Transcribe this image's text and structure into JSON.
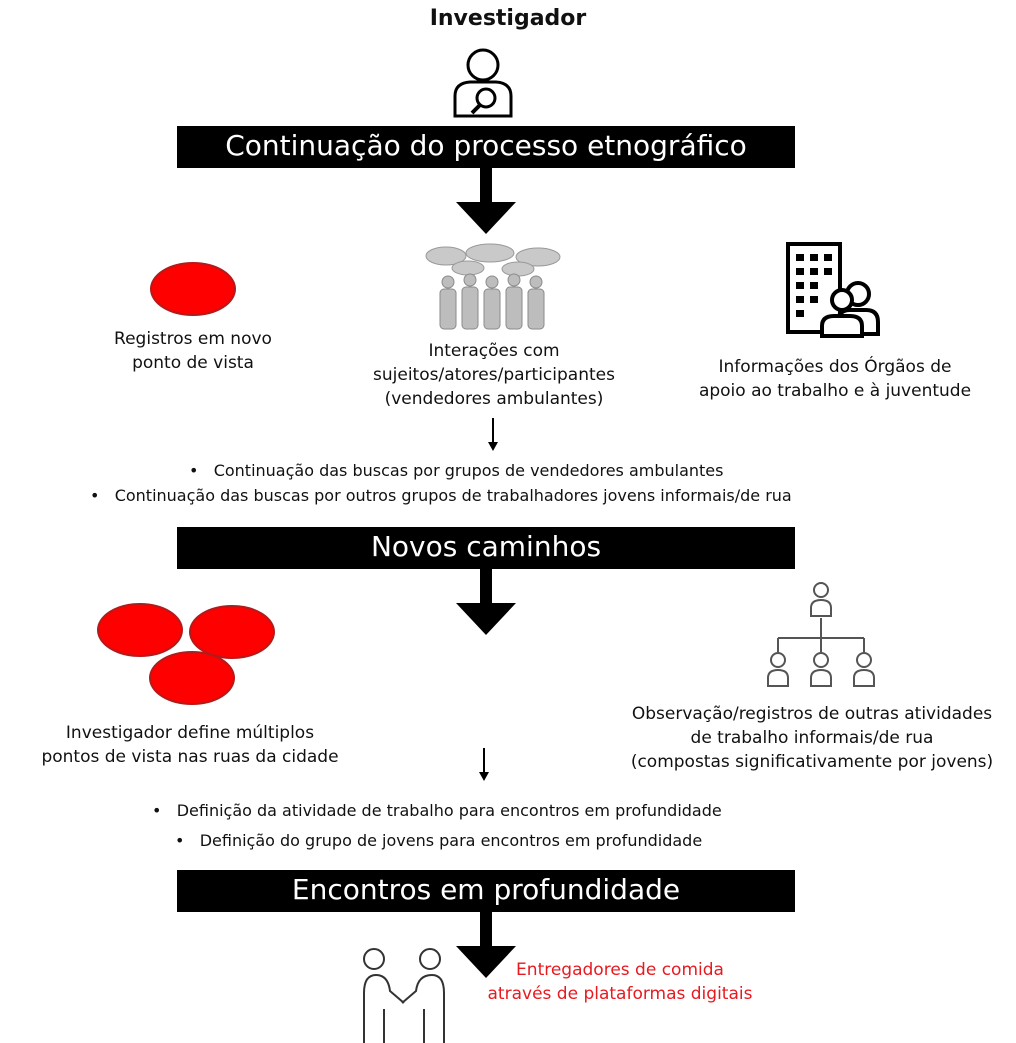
{
  "investigator": {
    "label": "Investigador"
  },
  "stage1": {
    "title": "Continuação do processo etnográfico",
    "left_caption": [
      "Registros em novo",
      "ponto de vista"
    ],
    "center_caption": [
      "Interações com",
      "sujeitos/atores/participantes",
      "(vendedores ambulantes)"
    ],
    "right_caption": [
      "Informações dos Órgãos de",
      "apoio ao trabalho e à juventude"
    ],
    "bullets": [
      "Continuação das buscas por grupos de vendedores ambulantes",
      "Continuação das buscas por outros grupos de trabalhadores jovens informais/de rua"
    ]
  },
  "stage2": {
    "title": "Novos caminhos",
    "left_caption": [
      "Investigador define múltiplos",
      "pontos de vista nas ruas da cidade"
    ],
    "right_caption": [
      "Observação/registros de outras atividades",
      "de trabalho informais/de rua",
      "(compostas significativamente por jovens)"
    ],
    "bullets": [
      "Definição da atividade de trabalho para encontros em profundidade",
      "Definição do grupo de jovens para encontros em profundidade"
    ]
  },
  "stage3": {
    "title": "Encontros em profundidade",
    "result_caption": [
      "Entregadores de comida",
      "através de plataformas digitais"
    ]
  },
  "colors": {
    "bar": "#000000",
    "ellipse": "#ff0000",
    "result_text": "#e8191f"
  },
  "icons": [
    "investigator-icon",
    "group-conversation-icon",
    "building-people-icon",
    "hierarchy-icon",
    "handshake-icon"
  ]
}
